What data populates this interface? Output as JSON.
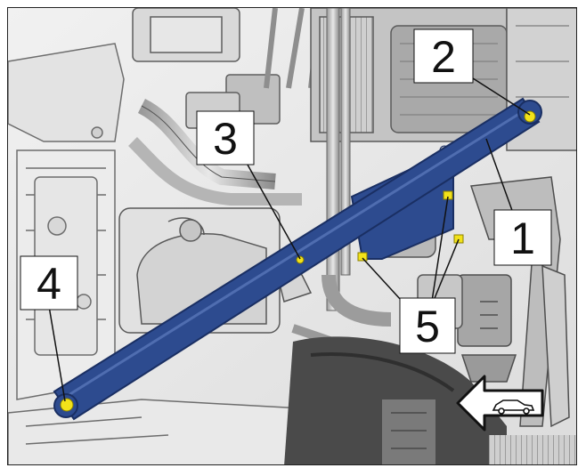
{
  "callouts": [
    {
      "id": "1",
      "label": "1"
    },
    {
      "id": "2",
      "label": "2"
    },
    {
      "id": "3",
      "label": "3"
    },
    {
      "id": "4",
      "label": "4"
    },
    {
      "id": "5",
      "label": "5"
    }
  ],
  "direction_indicator": {
    "icon": "car-front-arrow-icon",
    "direction": "left"
  },
  "colors": {
    "strut": "#2d4b8f",
    "strut_edge": "#1a2f63",
    "fastener": "#f2e21a",
    "leader": "#111111",
    "label_bg": "#ffffff"
  }
}
